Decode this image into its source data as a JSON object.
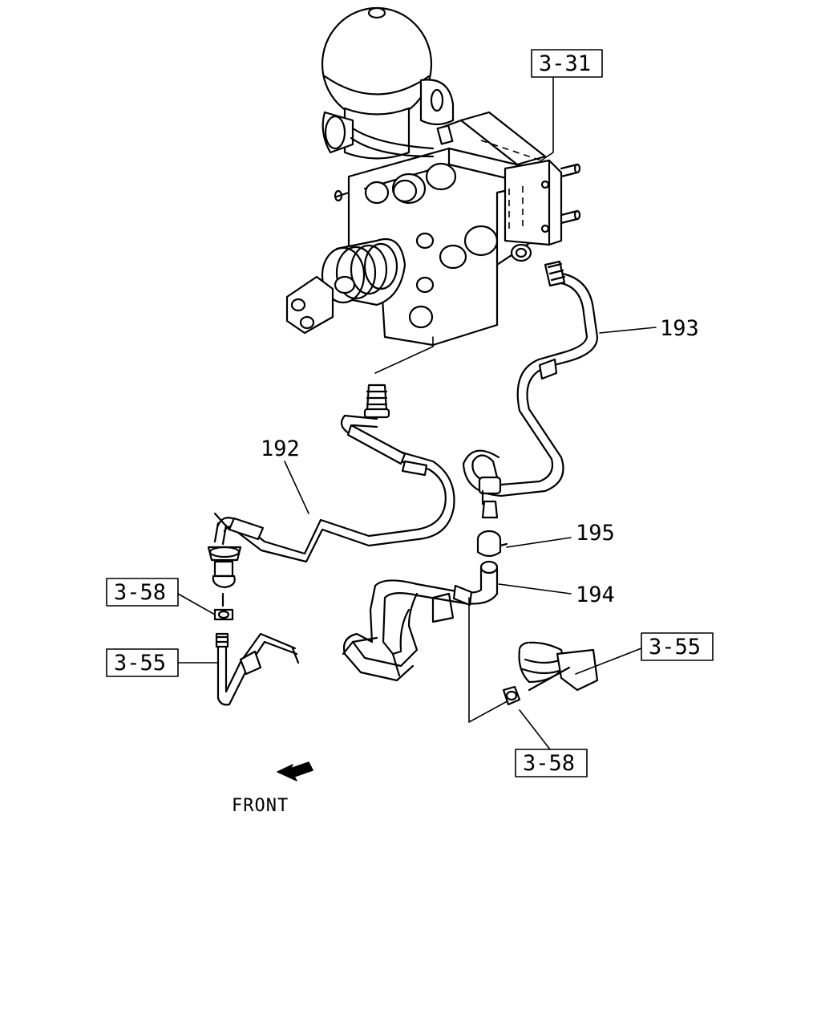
{
  "part_labels": {
    "p192": "192",
    "p193": "193",
    "p194": "194",
    "p195": "195"
  },
  "ref_boxes": {
    "r331": "3-31",
    "r358_left": "3-58",
    "r355_left": "3-55",
    "r355_right": "3-55",
    "r358_bottom": "3-58"
  },
  "direction": {
    "label": "FRONT",
    "arrow_icon": "front-arrow-icon"
  },
  "colors": {
    "line": "#000000",
    "background": "#ffffff"
  }
}
